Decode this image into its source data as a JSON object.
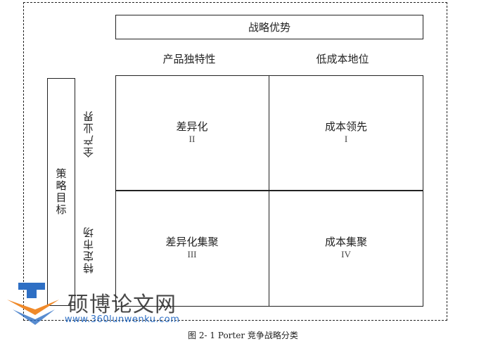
{
  "diagram": {
    "top_label": "战略优势",
    "columns": [
      "产品独特性",
      "低成本地位"
    ],
    "goal_label": "策略目标",
    "rows": [
      "全产业界",
      "特定市场"
    ],
    "cells": [
      {
        "label": "差异化",
        "num": "II"
      },
      {
        "label": "成本领先",
        "num": "I"
      },
      {
        "label": "差异化集聚",
        "num": "III"
      },
      {
        "label": "成本集聚",
        "num": "IV"
      }
    ],
    "caption": "图 2- 1 Porter 竞争战略分类"
  },
  "watermark": {
    "title": "硕博论文网",
    "url": "www.360lunwenku.com",
    "colors": {
      "orange": "#f08a2a",
      "blue": "#2e6fc4"
    }
  }
}
